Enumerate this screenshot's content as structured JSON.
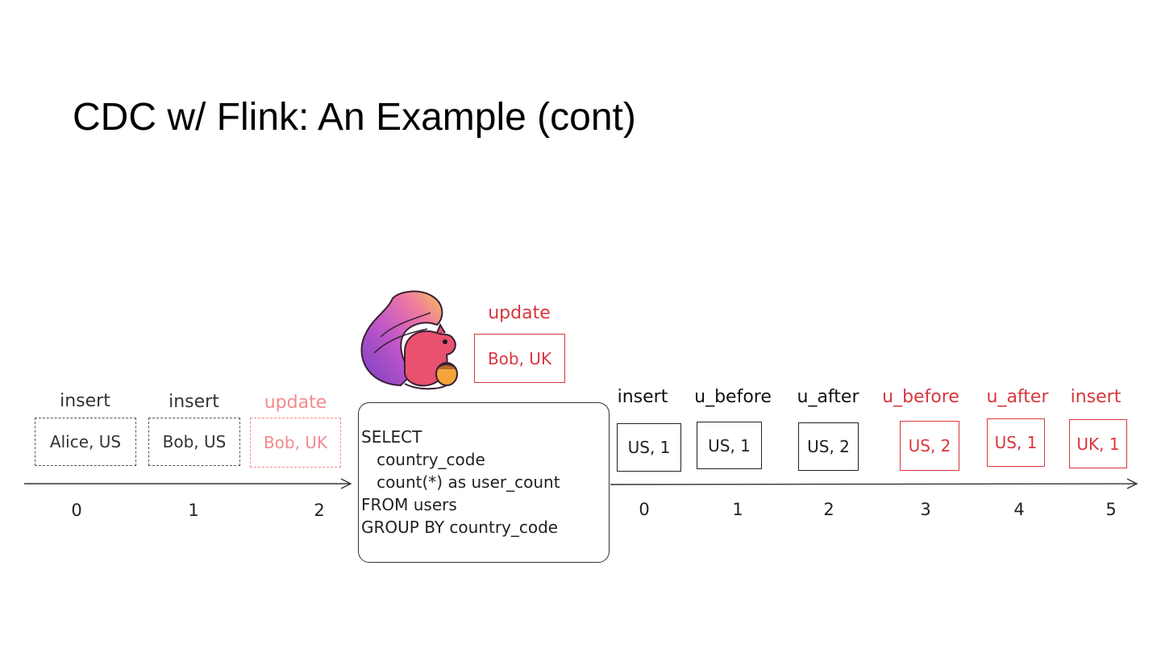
{
  "title": "CDC w/ Flink: An Example (cont)",
  "colors": {
    "dark": "#333333",
    "red": "#d9363e",
    "pink": "#f28a8e",
    "gray_border": "#555555"
  },
  "input_stream": {
    "events": [
      {
        "op": "insert",
        "record": "Alice, US",
        "offset": "0",
        "style": "dark"
      },
      {
        "op": "insert",
        "record": "Bob, US",
        "offset": "1",
        "style": "dark"
      },
      {
        "op": "update",
        "record": "Bob, UK",
        "offset": "2",
        "style": "pink"
      }
    ]
  },
  "incoming_update": {
    "op": "update",
    "record": "Bob, UK"
  },
  "logo": {
    "icon": "flink-squirrel-icon"
  },
  "query": {
    "lines": [
      "SELECT",
      "   country_code",
      "   count(*) as user_count",
      "FROM users",
      "GROUP BY country_code"
    ]
  },
  "output_stream": {
    "events": [
      {
        "op": "insert",
        "record": "US, 1",
        "offset": "0",
        "style": "dark"
      },
      {
        "op": "u_before",
        "record": "US, 1",
        "offset": "1",
        "style": "dark"
      },
      {
        "op": "u_after",
        "record": "US, 2",
        "offset": "2",
        "style": "dark"
      },
      {
        "op": "u_before",
        "record": "US, 2",
        "offset": "3",
        "style": "red"
      },
      {
        "op": "u_after",
        "record": "US, 1",
        "offset": "4",
        "style": "red"
      },
      {
        "op": "insert",
        "record": "UK, 1",
        "offset": "5",
        "style": "red"
      }
    ]
  }
}
